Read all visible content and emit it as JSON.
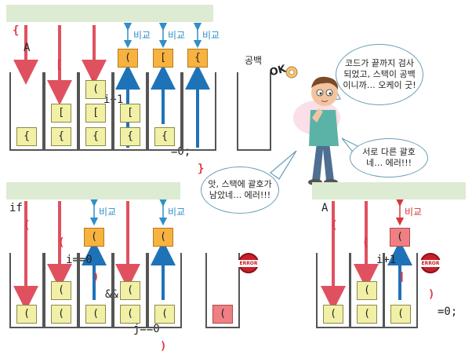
{
  "top_code": {
    "t1": "{",
    "t2": "A",
    "t3": "[",
    "t4": "(",
    "t5": "i+1",
    "t6": ")",
    "t7": "]",
    "t8": "=0;",
    "t9": "}"
  },
  "mid_left_code": {
    "t1": "if",
    "t2": "(",
    "t3": "(",
    "t4": "i==0",
    "t5": ")",
    "t6": "&&",
    "t7": "(",
    "t8": "j==0",
    "t9": ")"
  },
  "mid_right_code": {
    "t1": "A",
    "t2": "(",
    "t3": "(",
    "t4": "i+1",
    "t5": "]",
    "t6": ")",
    "t7": "=0;"
  },
  "compare_label": "비교",
  "empty_label": "공백",
  "ok_label": "OK",
  "error_label": "ERROR",
  "stack_items": {
    "curly": "{",
    "square": "[",
    "paren": "("
  },
  "bubbles": {
    "ok_text": "코드가 끝까지 검사되었고, 스택이 공백이니까… 오케이 굿!",
    "mismatch_text": "서로 다른 괄호네… 에러!!!",
    "left_text": "앗, 스택에 괄호가 남았네… 에러!!!"
  },
  "colors": {
    "push_arrow": "#e05160",
    "compare_arrow": "#1e73b8",
    "code_bar": "#dcebd2",
    "cell_yellow": "#f1f0a6",
    "cell_orange": "#f7b23f",
    "cell_red": "#ef7f82"
  }
}
